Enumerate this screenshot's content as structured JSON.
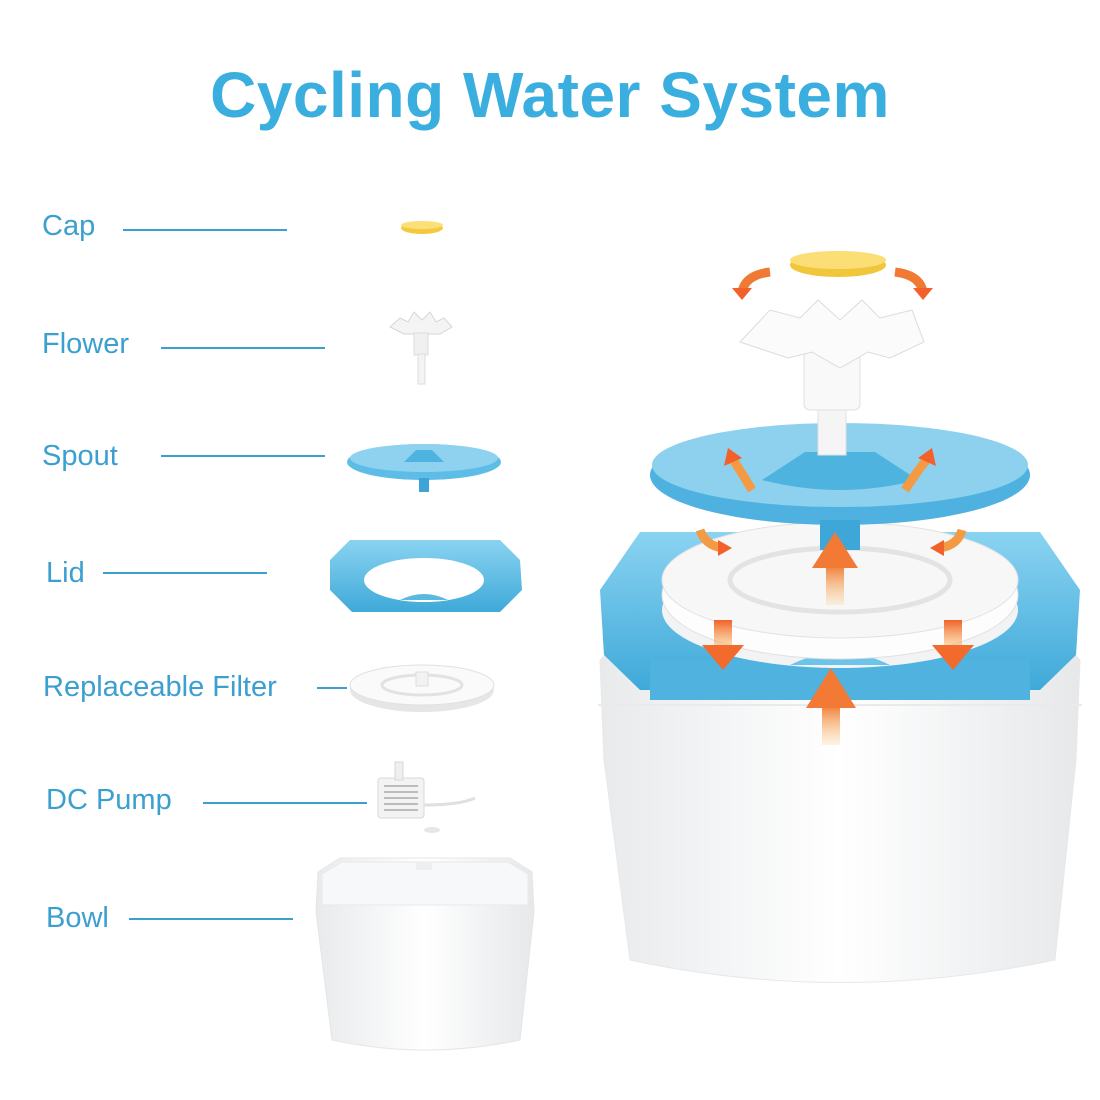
{
  "title": "Cycling Water System",
  "colors": {
    "title": "#3aaede",
    "label": "#3b9fcf",
    "part_blue": "#5bbfe8",
    "cap_yellow": "#f7d24a",
    "arrow_orange": "#f08a3a",
    "body_white": "#f5f6f7"
  },
  "parts": [
    {
      "label": "Cap",
      "icon": "cap-icon"
    },
    {
      "label": "Flower",
      "icon": "flower-icon"
    },
    {
      "label": "Spout",
      "icon": "spout-icon"
    },
    {
      "label": "Lid",
      "icon": "lid-icon"
    },
    {
      "label": "Replaceable Filter",
      "icon": "filter-icon"
    },
    {
      "label": "DC Pump",
      "icon": "pump-icon"
    },
    {
      "label": "Bowl",
      "icon": "bowl-icon"
    }
  ],
  "assembled_view": {
    "name": "assembled-fountain",
    "flow_arrows": 9
  }
}
